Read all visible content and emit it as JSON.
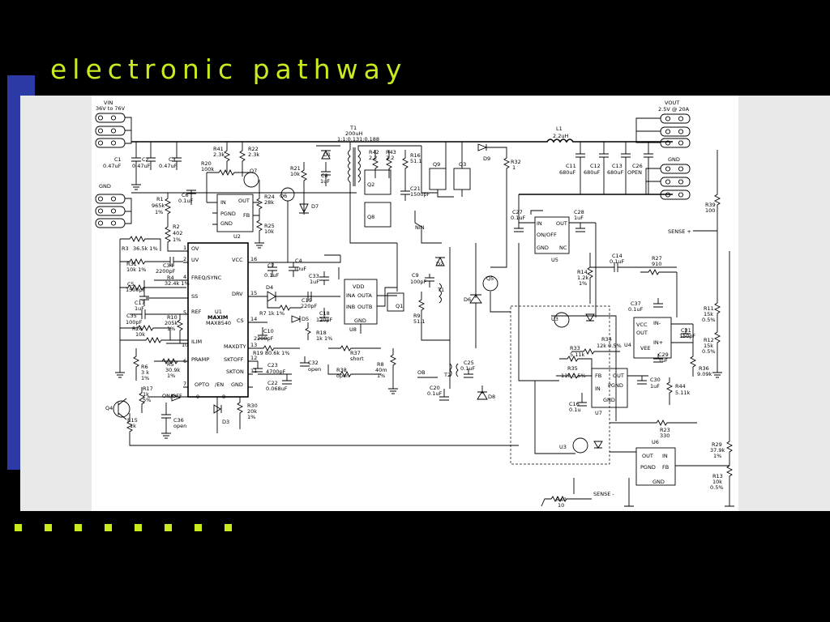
{
  "slide": {
    "title": "electronic pathway",
    "accent_color": "#c8ea1e",
    "bar_color": "#2c3aa6",
    "bullet_count": 8
  },
  "schematic": {
    "inputs": {
      "vin": "VIN",
      "vin_range": "36V to 76V",
      "gnd": "GND"
    },
    "outputs": {
      "vout": "VOUT",
      "vout_spec": "2.5V @ 20A",
      "gnd": "GND",
      "sense_plus": "SENSE +",
      "sense_minus": "SENSE -",
      "nin": "NIN",
      "ob": "OB"
    },
    "ics": {
      "u1": {
        "ref": "U1",
        "brand": "MAXIM",
        "part": "MAX8540",
        "pins_left": [
          "OV",
          "UV",
          "FREQ/SYNC",
          "SS",
          "REF",
          "ILIM",
          "PRAMP",
          "OPTO"
        ],
        "pins_right": [
          "VCC",
          "DRV",
          "CS",
          "MAXDTY",
          "SKTOFF",
          "SKTON",
          "GND"
        ],
        "pins_bottom": [
          "ON/OFF",
          "/EN"
        ]
      },
      "u2": {
        "ref": "U2",
        "pins": [
          "IN",
          "PGND",
          "GND",
          "OUT",
          "FB"
        ]
      },
      "u8": {
        "ref": "U8",
        "pins": [
          "VDD",
          "INA",
          "INB",
          "GND",
          "OUTA",
          "OUTB"
        ]
      },
      "u5": {
        "ref": "U5",
        "pins": [
          "IN",
          "ON/OFF",
          "GND",
          "OUT",
          "NC"
        ]
      },
      "u4": {
        "ref": "U4",
        "pins": [
          "VCC",
          "OUT",
          "VEE",
          "IN-",
          "IN+"
        ]
      },
      "u7": {
        "ref": "U7",
        "pins": [
          "FB",
          "IN",
          "OUT",
          "PGND",
          "GND"
        ]
      },
      "u6": {
        "ref": "U6",
        "pins": [
          "OUT",
          "PGND",
          "GND",
          "IN",
          "FB"
        ]
      },
      "u3": {
        "ref": "U3"
      }
    },
    "caps": {
      "c1": "C1\n0.47uF",
      "c2": "C2\n0.47uF",
      "c3": "C3\n0.47uF",
      "c6": "C6\n0.1uF",
      "c7": "C7\n0.1uF",
      "c4": "C4\n10uF",
      "c8": "C8\n1uF",
      "c21": "C21\n1500pF",
      "c11": "C11\n680uF",
      "c12": "C12\n680uF",
      "c13": "C13\n680uF",
      "c26": "C26\nOPEN",
      "c27": "C27\n0.1uF",
      "c28": "C28\n1uF",
      "c14": "C14\n0.1uF",
      "c37": "C37\n0.1uF",
      "c29": "C29\n1uF",
      "c31": "C31\n150pF",
      "c30": "C30\n1uF",
      "c16": "C16\n0.1u",
      "c34": "C34\n2200pF",
      "c5": "C5\n1500pF",
      "c17": "C17\n1uF",
      "c35": "C35\n100pF",
      "c36": "C36\nopen",
      "c19": "C19\n220pF",
      "c18": "C18\n120pF",
      "c33": "C33\n1uF",
      "c10": "C10\n2200pF",
      "c23": "C23\n4700pF",
      "c22": "C22\n0.068uF",
      "c32": "C32\nopen",
      "c9": "C9\n100pF",
      "c25": "C25\n0.1uF",
      "c20": "C20\n0.1uF"
    },
    "resistors": {
      "r41": "R41\n2.3k",
      "r22": "R22\n2.3k",
      "r20": "R20\n100k",
      "r21": "R21\n10k",
      "r24": "R24\n28k",
      "r25": "R25\n10k",
      "r1": "R1\n965k\n1%",
      "r2": "R2\n402\n1%",
      "r3": "R3 36.5k 1%",
      "r31": "R31\n10k 1%",
      "r4": "R4\n32.4k 1%",
      "r10": "R10\n205k\n1%",
      "r26": "R26\n10k",
      "r5": "R5\n30.9k\n1%",
      "r6": "R6\n3 k\n1%",
      "r17": "R17\n1k\n5%",
      "r15": "R15\n1k",
      "r30": "R30\n20k\n1%",
      "r7": "R7 1k 1%",
      "r18": "R18\n1k 1%",
      "r19": "R19 80.6k 1%",
      "r37": "R37\nshort",
      "r38": "R38\nopen",
      "r8": "R8\n40m\n1%",
      "r42": "R42\n2.2",
      "r43": "R43\n2.2",
      "r16": "R16\n51.1",
      "r9": "R9\n51.1",
      "r32": "R32\n1",
      "r39": "R39\n100",
      "r27": "R27\n910",
      "r14": "R14\n1.2k\n1%",
      "r11": "R11\n15k\n0.5%",
      "r12": "R12\n15k\n0.5%",
      "r36": "R36\n9.09k",
      "r34": "R34\n12k 0.5%",
      "r33": "R33\n5.11k",
      "r35": "R35\n11k 0.5%",
      "r44": "R44\n5.11k",
      "r23": "R23\n330",
      "r29": "R29\n37.9k\n1%",
      "r13": "R13\n10k\n0.5%",
      "r40": "R40\n10"
    },
    "semis": {
      "q1": "Q1",
      "q2": "Q2",
      "q3": "Q3",
      "q4": "Q4",
      "q5": "Q5",
      "q6": "Q6",
      "q7": "Q7",
      "q8": "Q8",
      "q9": "Q9",
      "d1": "D1",
      "d2": "D2",
      "d3": "D3",
      "d4": "D4",
      "d5": "D5",
      "d6": "D6",
      "d7": "D7",
      "d8": "D8",
      "d9": "D9"
    },
    "magnetics": {
      "t1": "T1\n200uH\n1:1:0.131:0.188",
      "t1b": "T1",
      "t2": "T2",
      "l1": "L1\n2.2uH"
    }
  }
}
